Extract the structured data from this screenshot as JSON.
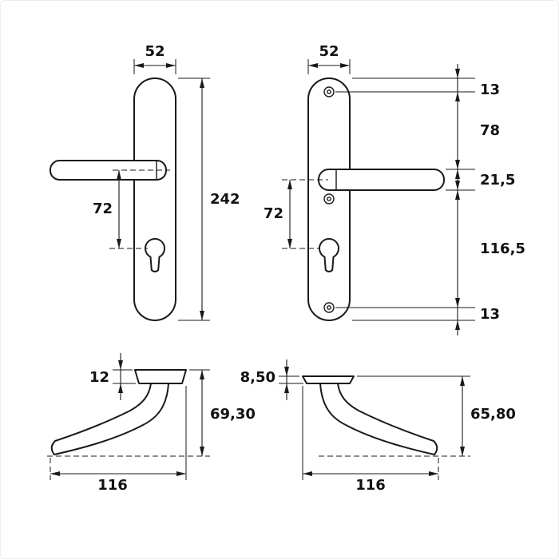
{
  "drawing": {
    "type": "door-handle-backplate-technical-drawing",
    "line_color": "#1a1a1a",
    "background": "#ffffff",
    "front_left": {
      "width": "52",
      "height": "242",
      "handle_to_cylinder": "72"
    },
    "front_right": {
      "width": "52",
      "handle_to_cylinder": "72",
      "top_edge_to_screw": "13",
      "screw_to_handle": "78",
      "handle_thickness": "21,5",
      "handle_to_bottom_screw": "116,5",
      "bottom_screw_to_edge": "13"
    },
    "side_left": {
      "rose_thickness": "12",
      "total_depth": "69,30",
      "handle_length": "116"
    },
    "side_right": {
      "rose_thickness": "8,50",
      "total_depth": "65,80",
      "handle_length": "116"
    }
  }
}
